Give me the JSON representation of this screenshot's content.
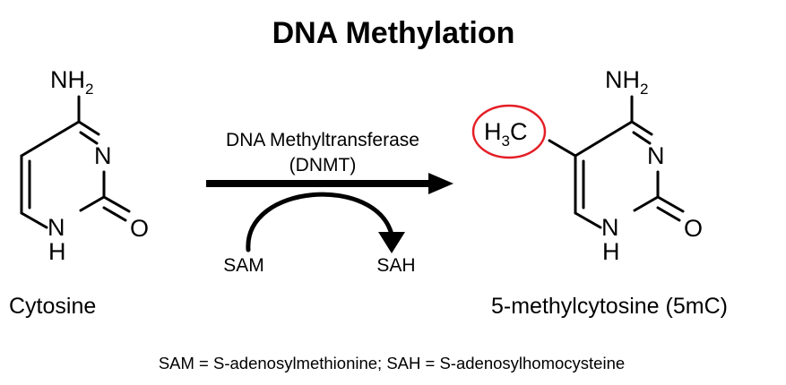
{
  "title": "DNA Methylation",
  "reactant": {
    "name": "Cytosine",
    "atoms": {
      "amine": "NH",
      "amine_sub": "2",
      "ring_n_upper": "N",
      "ring_n_lower": "N",
      "ring_h": "H",
      "carbonyl_o": "O"
    }
  },
  "product": {
    "name": "5-methylcytosine (5mC)",
    "atoms": {
      "amine": "NH",
      "amine_sub": "2",
      "methyl_h": "H",
      "methyl_sub": "3",
      "methyl_c": "C",
      "ring_n_upper": "N",
      "ring_n_lower": "N",
      "ring_h": "H",
      "carbonyl_o": "O"
    },
    "highlight_color": "#e41e26"
  },
  "reaction": {
    "enzyme_line1": "DNA Methyltransferase",
    "enzyme_line2": "(DNMT)",
    "cofactor_in": "SAM",
    "cofactor_out": "SAH"
  },
  "footnote": "SAM = S-adenosylmethionine; SAH = S-adenosylhomocysteine"
}
